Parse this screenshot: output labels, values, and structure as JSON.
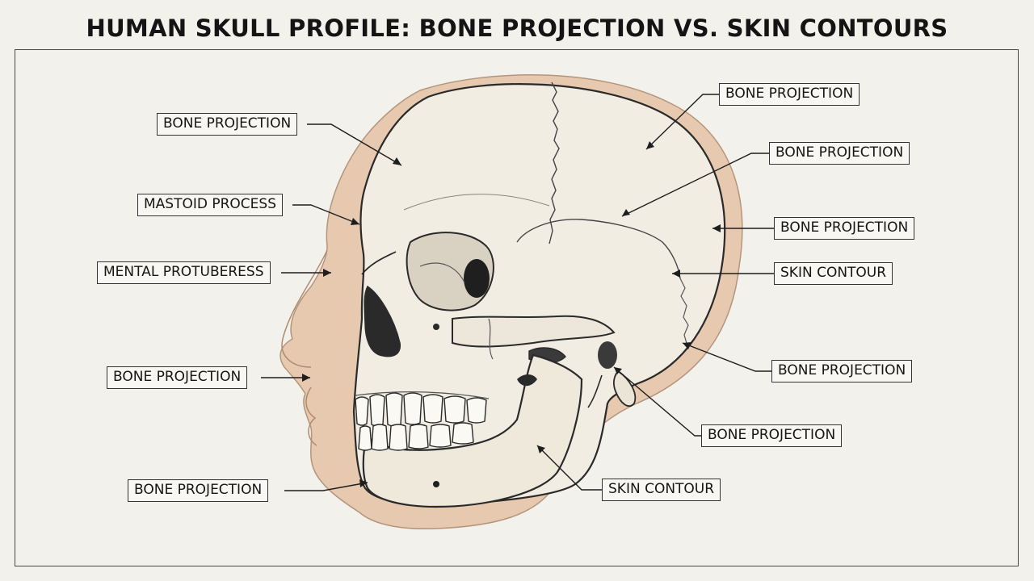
{
  "title": "HUMAN SKULL PROFILE: BONE PROJECTION VS. SKIN CONTOURS",
  "labels": {
    "left_1": "BONE PROJECTION",
    "left_2": "MASTOID PROCESS",
    "left_3": "MENTAL PROTUBERESS",
    "left_4": "BONE PROJECTION",
    "left_5": "BONE PROJECTION",
    "right_1": "BONE PROJECTION",
    "right_2": "BONE PROJECTION",
    "right_3": "BONE PROJECTION",
    "right_4": "SKIN CONTOUR",
    "right_5": "BONE PROJECTION",
    "right_6": "BONE PROJECTION",
    "right_7": "SKIN CONTOUR"
  },
  "colors": {
    "background": "#f3f1ec",
    "skin": "#e6c9ae",
    "bone": "#f1ede2",
    "ink": "#2a2a2a"
  }
}
